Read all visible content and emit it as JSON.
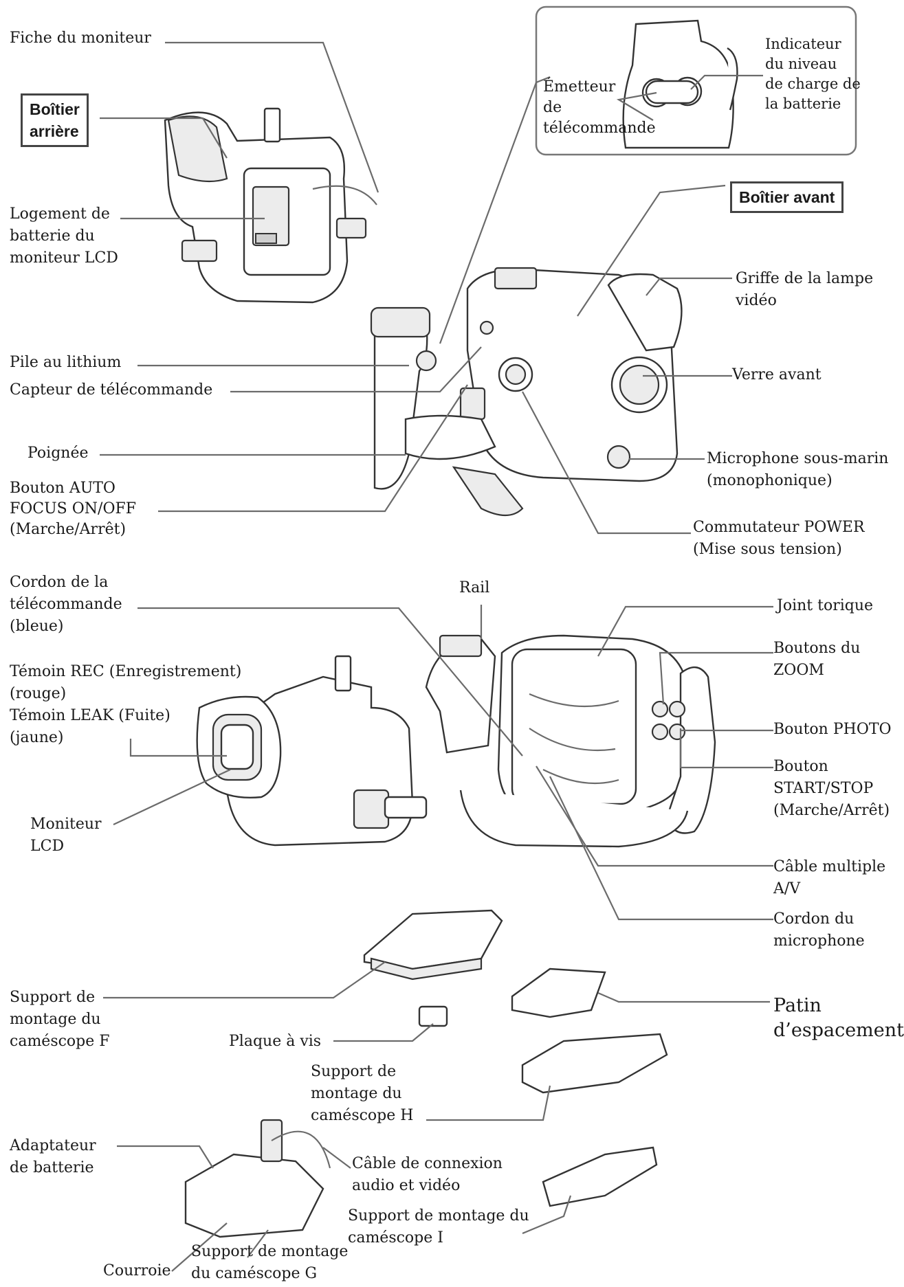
{
  "boxes": {
    "rear": "Boîtier\narrière",
    "front": "Boîtier avant"
  },
  "labels": {
    "fiche_moniteur": "Fiche du moniteur",
    "logement_batterie": "Logement de\nbatterie du\nmoniteur LCD",
    "emetteur": "Émetteur\nde\ntélécommande",
    "indicateur": "Indicateur\ndu niveau\nde charge de\nla batterie",
    "griffe": "Griffe de la lampe\nvidéo",
    "pile": "Pile au lithium",
    "capteur": "Capteur de télécommande",
    "verre": "Verre avant",
    "poignee": "Poignée",
    "microphone": "Microphone sous-marin\n(monophonique)",
    "autofocus": "Bouton AUTO\nFOCUS ON/OFF\n(Marche/Arrêt)",
    "power": "Commutateur POWER\n(Mise sous tension)",
    "cordon_tele": "Cordon de la\ntélécommande\n(bleue)",
    "rail": "Rail",
    "joint": "Joint torique",
    "zoom": "Boutons du\nZOOM",
    "temoins": "Témoin REC (Enregistrement)\n(rouge)\nTémoin LEAK (Fuite)\n(jaune)",
    "photo": "Bouton PHOTO",
    "startstop": "Bouton\nSTART/STOP\n(Marche/Arrêt)",
    "moniteur_lcd": "Moniteur\nLCD",
    "cable_multiple": "Câble multiple\nA/V",
    "cordon_micro": "Cordon du\nmicrophone",
    "support_f": "Support de\nmontage du\ncaméscope F",
    "patin": "Patin\nd’espacement",
    "plaque": "Plaque à vis",
    "support_h": "Support de\nmontage du\ncaméscope H",
    "adaptateur": "Adaptateur\nde batterie",
    "cable_connexion": "Câble de connexion\naudio et vidéo",
    "support_i": "Support de montage du\ncaméscope I",
    "support_g": "Support de montage\ndu caméscope G",
    "courroie": "Courroie"
  }
}
